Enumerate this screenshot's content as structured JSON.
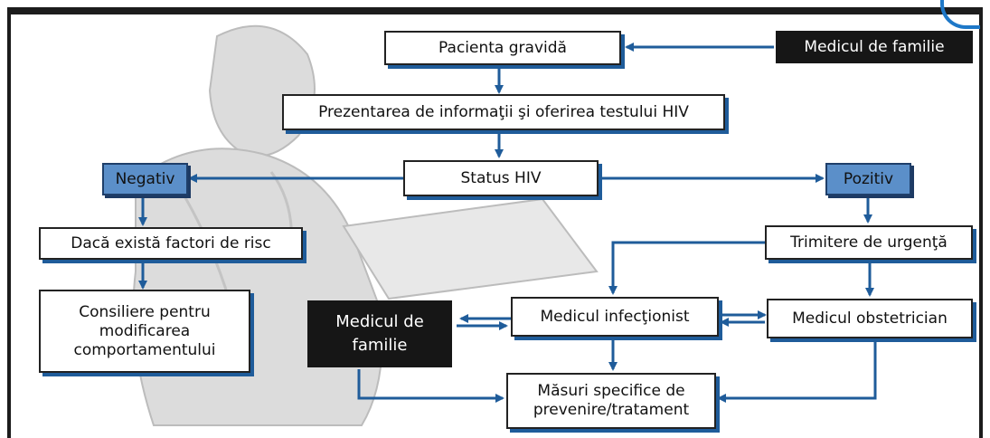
{
  "nodes": {
    "pregnant_patient": "Pacienta gravidă",
    "family_doctor_top": "Medicul de familie",
    "info_offer": "Prezentarea de informaţii şi oferirea testului HIV",
    "hiv_status": "Status HIV",
    "negative": "Negativ",
    "positive": "Pozitiv",
    "risk_factors": "Dacă există factori de risc",
    "counseling": "Consiliere pentru modificarea comportamentului",
    "urgent_referral": "Trimitere de urgenţă",
    "infectious_doctor": "Medicul infecţionist",
    "obstetrician": "Medicul obstetrician",
    "family_doctor_mid": "Medicul de familie",
    "specific_measures": "Măsuri specifice de prevenire/tratament"
  },
  "colors": {
    "arrow": "#1f5c9a",
    "accent_box": "#5b8fc9",
    "dark_box": "#161616",
    "frame": "#1c1c1c"
  }
}
